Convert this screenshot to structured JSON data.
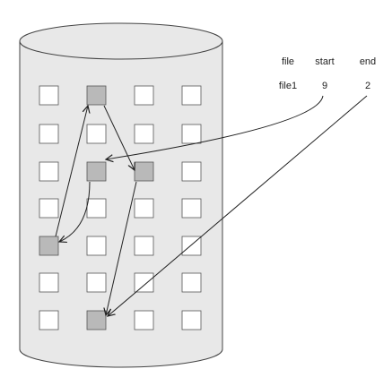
{
  "diagram": {
    "table": {
      "headers": [
        "file",
        "start",
        "end"
      ],
      "row": [
        "file1",
        "9",
        "2"
      ]
    },
    "disk": {
      "rows": 7,
      "cols": 4,
      "allocated_blocks": [
        {
          "row": 0,
          "col": 1
        },
        {
          "row": 2,
          "col": 1
        },
        {
          "row": 2,
          "col": 2
        },
        {
          "row": 4,
          "col": 0
        },
        {
          "row": 6,
          "col": 1
        }
      ],
      "chain": [
        {
          "from": {
            "row": 0,
            "col": 1
          },
          "to": {
            "row": 2,
            "col": 2
          }
        },
        {
          "from": {
            "row": 2,
            "col": 2
          },
          "to": {
            "row": 6,
            "col": 1
          }
        },
        {
          "from": {
            "row": 2,
            "col": 1
          },
          "to": {
            "row": 4,
            "col": 0
          }
        },
        {
          "from": {
            "row": 4,
            "col": 0
          },
          "to": {
            "row": 0,
            "col": 1
          }
        }
      ]
    },
    "colors": {
      "disk_fill": "#e8e8e8",
      "disk_stroke": "#444444",
      "block_free": "#ffffff",
      "block_used": "#b9b9b9",
      "block_stroke": "#555555",
      "arrow": "#222222"
    }
  }
}
